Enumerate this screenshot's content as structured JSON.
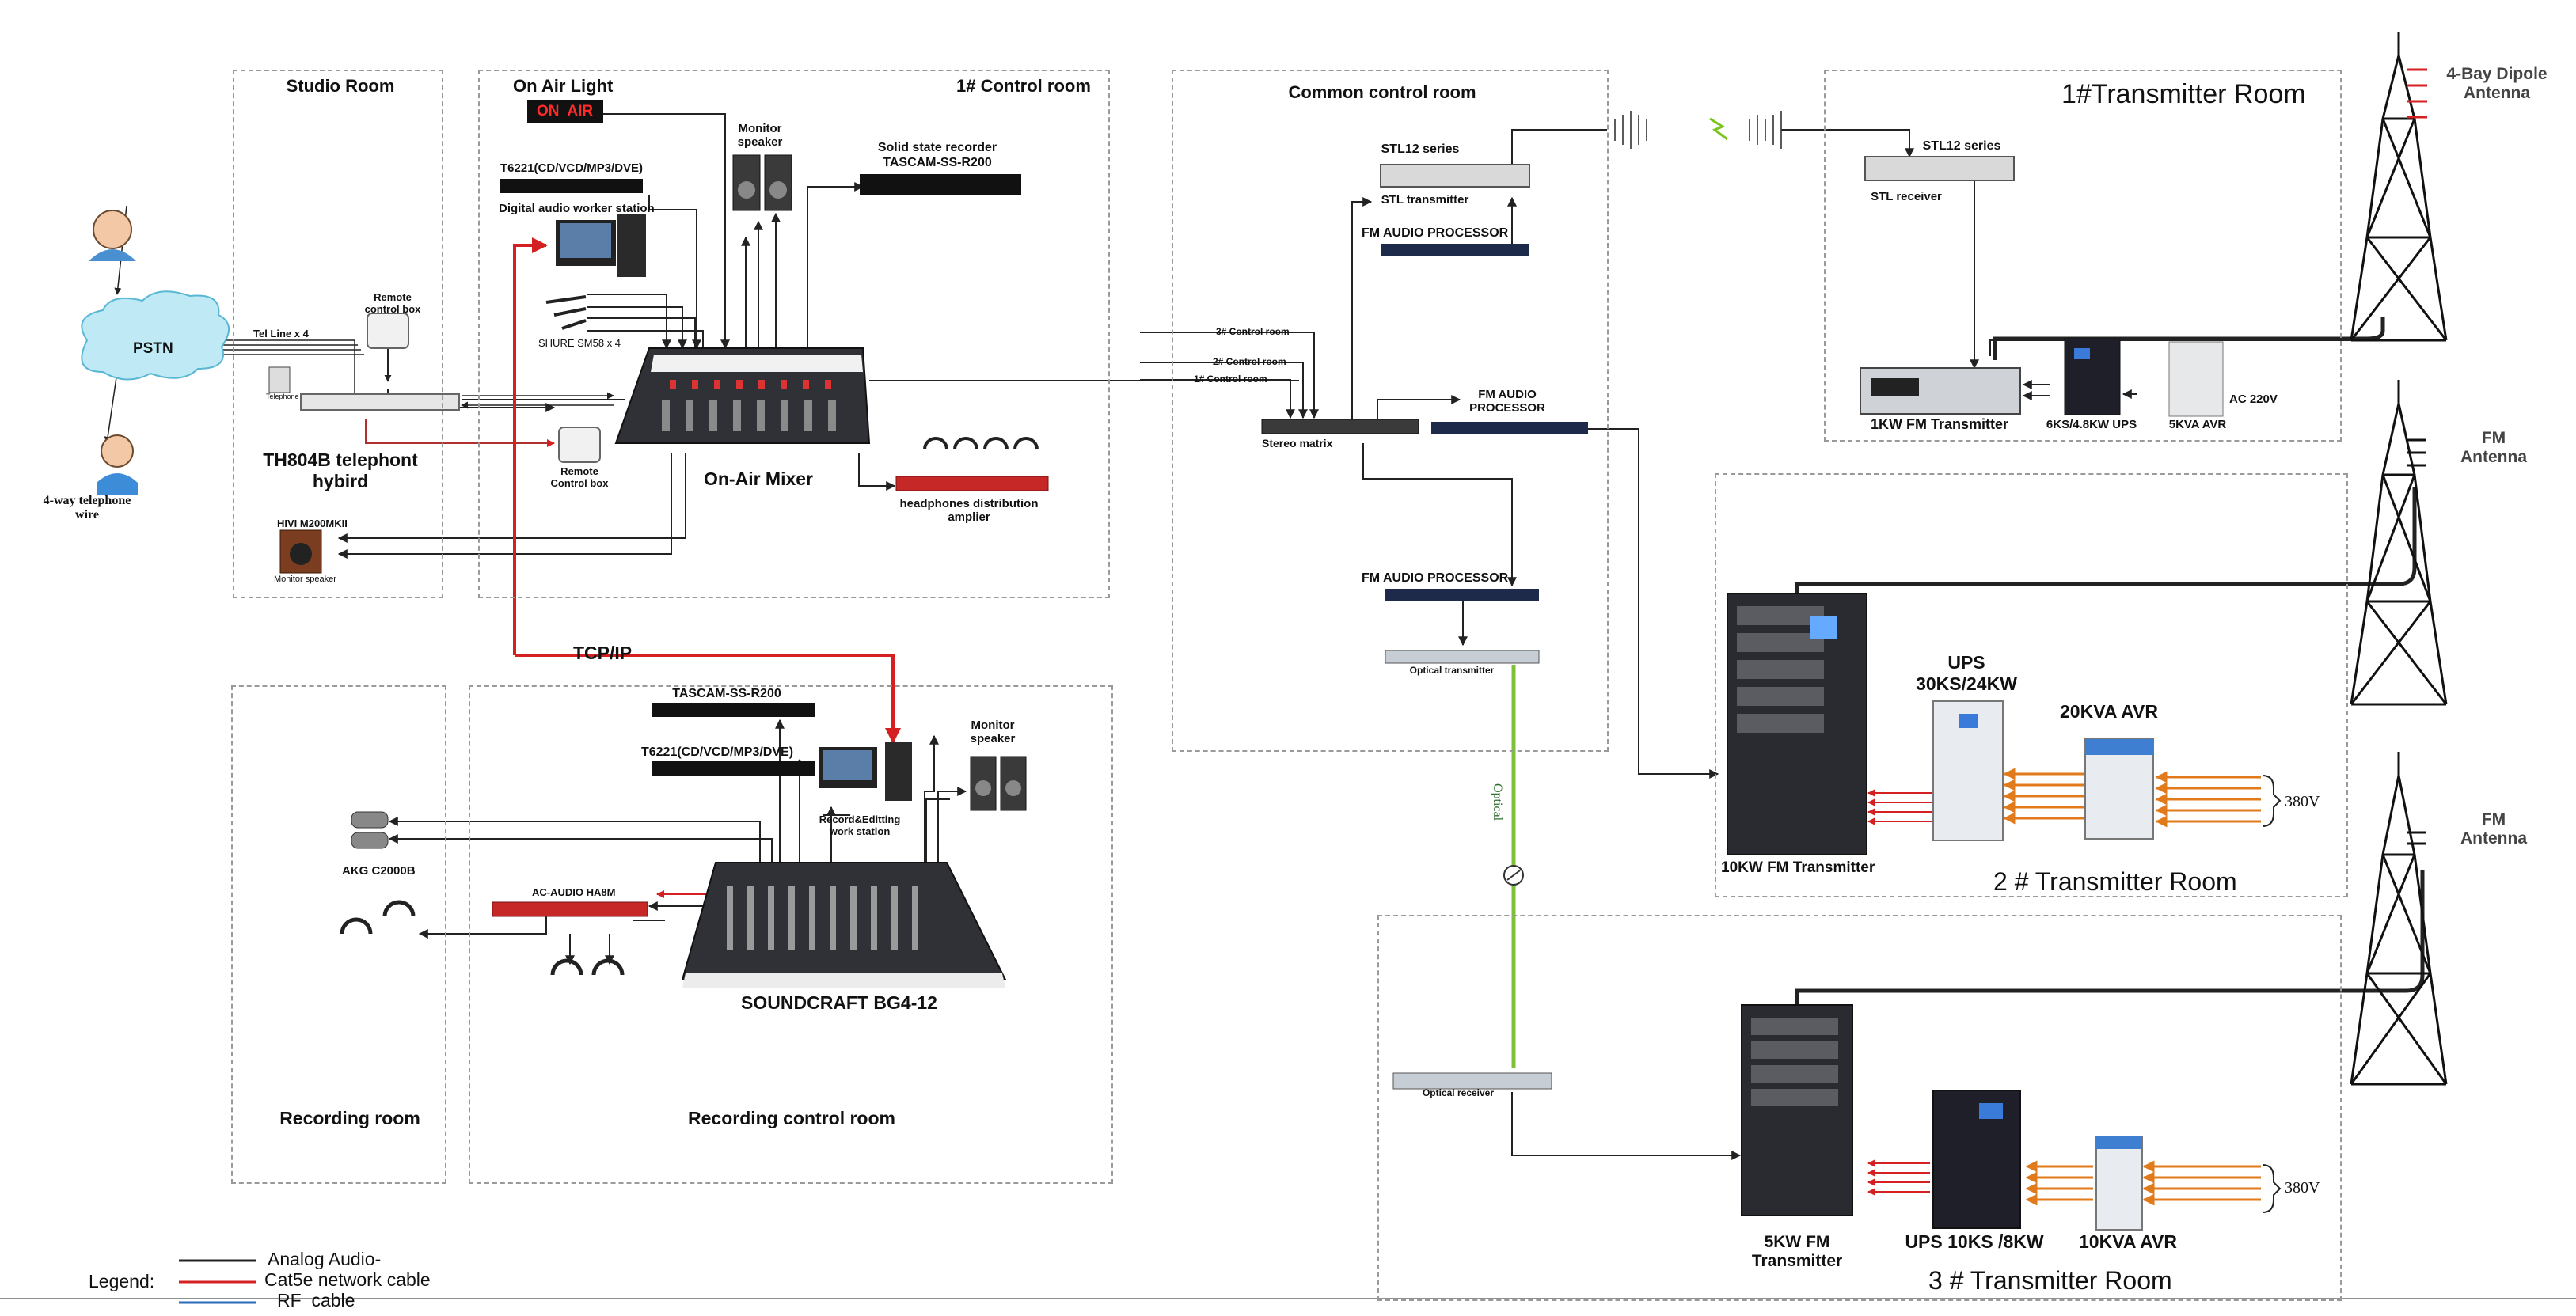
{
  "rooms": {
    "studio": "Studio Room",
    "control1": "1# Control room",
    "common": "Common control room",
    "tx1": "1#Transmitter Room",
    "tx2": "2 # Transmitter Room",
    "tx3": "3 # Transmitter Room",
    "recording": "Recording room",
    "recording_control": "Recording control room"
  },
  "labels": {
    "on_air_light": "On Air Light",
    "on_air_sign": "ON  AIR",
    "monitor_speaker": "Monitor speaker",
    "solid_state_recorder": "Solid state  recorder",
    "solid_state_recorder_model": "TASCAM-SS-R200",
    "t6221": "T6221(CD/VCD/MP3/DVE)",
    "daws": "Digital audio worker station",
    "shure": "SHURE SM58 x 4",
    "pstn": "PSTN",
    "tel_line": "Tel Line x 4",
    "telephone": "Telephone",
    "remote_box_top": "Remote control box",
    "remote_box_bottom": "Remote Control box",
    "th804b": "TH804B telephont hybird",
    "four_way": "4-way telephone wire",
    "hivi": "HIVI M200MKII",
    "monitor_speaker_small": "Monitor speaker",
    "on_air_mixer": "On-Air Mixer",
    "headphones_amp": "headphones distribution amplier",
    "tcpip": "TCP/IP",
    "tascam_rec": "TASCAM-SS-R200",
    "t6221_rec": "T6221(CD/VCD/MP3/DVE)",
    "record_ws": "Record&Editting work station",
    "monitor_speaker_rec": "Monitor speaker",
    "akg": "AKG C2000B",
    "ac_audio": "AC-AUDIO HA8M",
    "soundcraft": "SOUNDCRAFT BG4-12",
    "stl12_tx": "STL12 series",
    "stl_transmitter": "STL transmitter",
    "fm_proc_1": "FM AUDIO PROCESSOR",
    "fm_proc_2": "FM AUDIO PROCESSOR",
    "fm_proc_3": "FM AUDIO PROCESSOR",
    "cr3": "3# Control room",
    "cr2": "2# Control room",
    "cr1": "1# Control room",
    "stereo_matrix": "Stereo matrix",
    "optical_transmitter": "Optical transmitter",
    "optical": "Optical",
    "optical_receiver": "Optical receiver",
    "stl12_rx": "STL12 series",
    "stl_receiver": "STL receiver",
    "tx_1kw": "1KW FM Transmitter",
    "ups_6ks": "6KS/4.8KW UPS",
    "avr_5kva": "5KVA AVR",
    "ac220": "AC 220V",
    "dipole": "4-Bay Dipole Antenna",
    "fm_antenna_1": "FM Antenna",
    "fm_antenna_2": "FM Antenna",
    "ups_30ks": "UPS 30KS/24KW",
    "avr_20kva": "20KVA AVR",
    "v380_1": "380V",
    "tx_10kw": "10KW FM Transmitter",
    "tx_5kw": "5KW FM Transmitter",
    "ups_10ks": "UPS 10KS /8KW",
    "avr_10kva": "10KVA AVR",
    "v380_2": "380V"
  },
  "legend": {
    "title": "Legend:",
    "analog": "Analog Audio-",
    "cat5e": "Cat5e network cable",
    "rf": "RF  cable"
  },
  "colors": {
    "analog": "#222222",
    "cat5e": "#d42020",
    "rf": "#2a6ab8",
    "optical": "#7fbf3a",
    "power": "#e07a1a",
    "cloud": "#bfeaf5"
  }
}
